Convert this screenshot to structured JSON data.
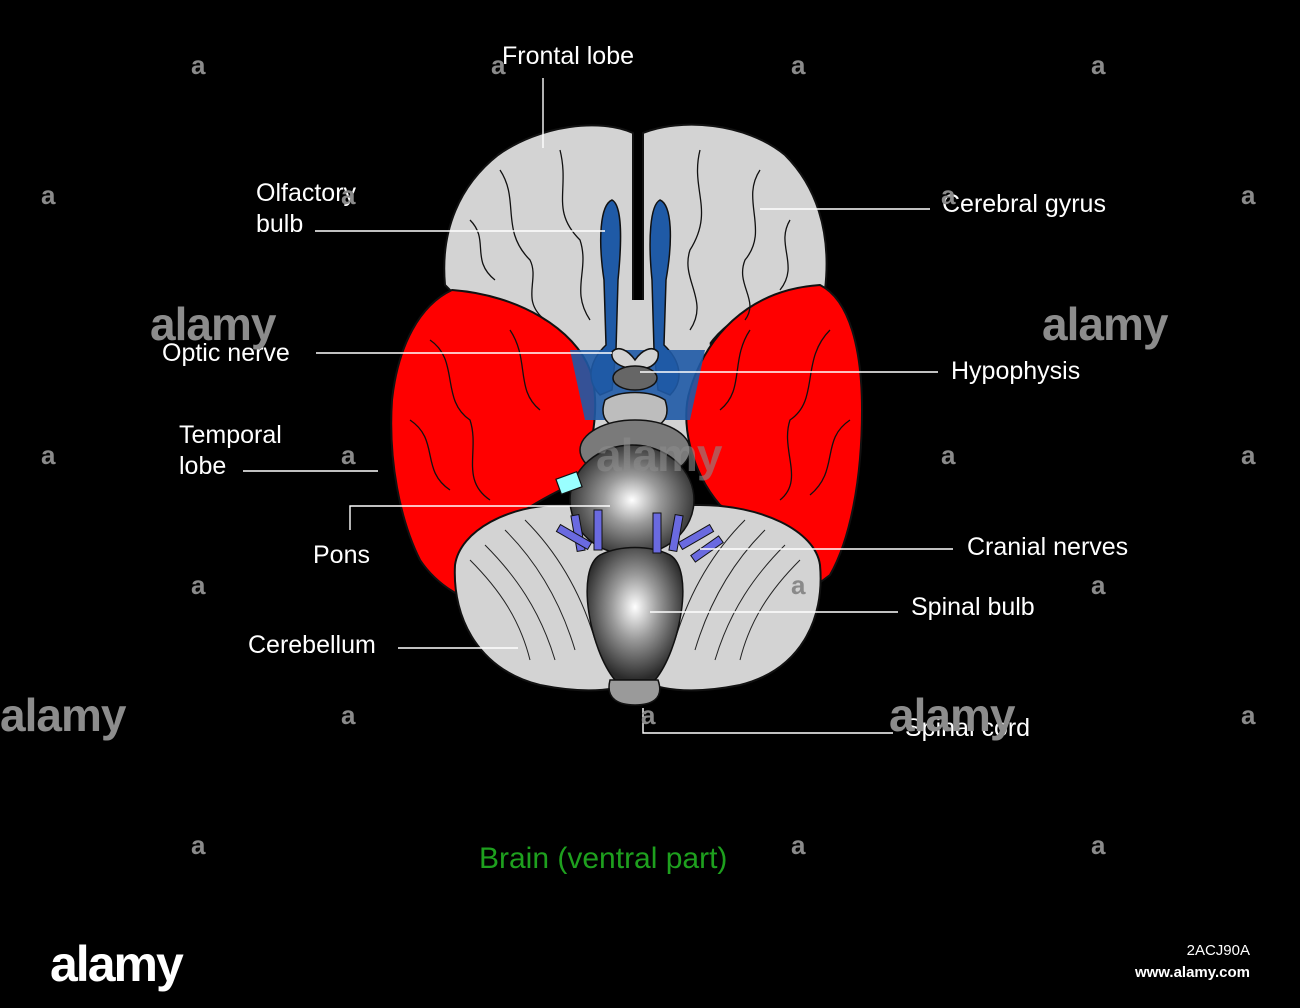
{
  "diagram": {
    "title": "Brain (ventral part)",
    "labels": {
      "frontal_lobe": "Frontal lobe",
      "olfactory_bulb": "Olfactory\nbulb",
      "cerebral_gyrus": "Cerebral gyrus",
      "optic_nerve": "Optic nerve",
      "hypophysis": "Hypophysis",
      "temporal_lobe": "Temporal\nlobe",
      "pons": "Pons",
      "cranial_nerves": "Cranial nerves",
      "spinal_bulb": "Spinal bulb",
      "cerebellum": "Cerebellum",
      "spinal_cord": "Spinal cord"
    },
    "colors": {
      "background": "#000000",
      "cerebrum": "#d3d3d3",
      "temporal_lobe": "#ff0000",
      "olfactory_tract": "#1f5aa6",
      "brainstem": "#8a8a8a",
      "cranial_nerves": "#6a6ae0",
      "title": "#1ea01e",
      "label_text": "#ffffff"
    }
  },
  "watermark": {
    "small_mark": "a",
    "big_mark": "alamy",
    "logo": "alamy",
    "image_id": "2ACJ90A",
    "site": "www.alamy.com"
  }
}
